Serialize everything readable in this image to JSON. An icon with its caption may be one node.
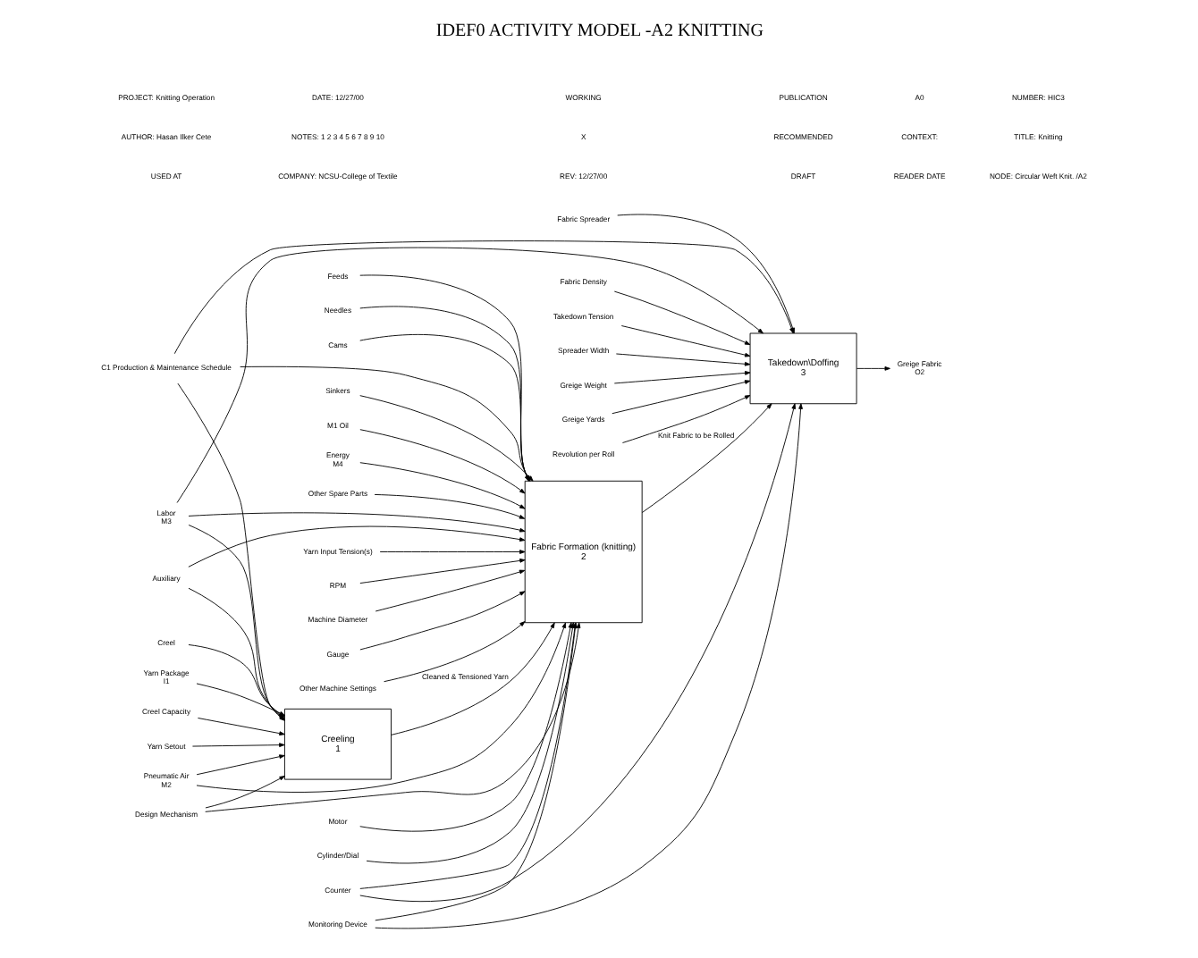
{
  "diagram": {
    "title": "IDEF0 ACTIVITY MODEL -A2 KNITTING",
    "nodes": [
      {
        "text": [
          "Creeling",
          "1"
        ]
      },
      {
        "text": [
          "Fabric Formation (knitting)",
          "2"
        ]
      },
      {
        "text": [
          "Takedown\\Doffing",
          "3"
        ]
      },
      {
        "text": [
          "Yarn Package",
          "I1"
        ]
      },
      {
        "text": [
          "C1 Production & Maintenance Schedule"
        ]
      },
      {
        "text": [
          "Creel Capacity"
        ]
      },
      {
        "text": [
          "Yarn Setout"
        ]
      },
      {
        "text": [
          "Design Mechanism"
        ]
      },
      {
        "text": [
          "Yarn Input Tension(s)"
        ]
      },
      {
        "text": [
          "RPM"
        ]
      },
      {
        "text": [
          "Machine Diameter"
        ]
      },
      {
        "text": [
          "Gauge"
        ]
      },
      {
        "text": [
          "Other Machine Settings"
        ]
      },
      {
        "text": [
          "Fabric Density"
        ]
      },
      {
        "text": [
          "Takedown Tension"
        ]
      },
      {
        "text": [
          "Spreader Width"
        ]
      },
      {
        "text": [
          "Greige Weight"
        ]
      },
      {
        "text": [
          "Greige Yards"
        ]
      },
      {
        "text": [
          "Revolution per Roll"
        ]
      },
      {
        "text": [
          "Greige Fabric",
          "O2"
        ]
      },
      {
        "text": [
          "Creel"
        ]
      },
      {
        "text": [
          "Labor",
          "M3"
        ]
      },
      {
        "text": [
          "Auxiliary"
        ]
      },
      {
        "text": [
          "Pneumatic Air",
          "M2"
        ]
      },
      {
        "text": [
          "Motor"
        ]
      },
      {
        "text": [
          "Cylinder/Dial"
        ]
      },
      {
        "text": [
          "Feeds"
        ]
      },
      {
        "text": [
          "Needles"
        ]
      },
      {
        "text": [
          "Cams"
        ]
      },
      {
        "text": [
          "Sinkers"
        ]
      },
      {
        "text": [
          "M1 Oil"
        ]
      },
      {
        "text": [
          "Energy",
          "M4"
        ]
      },
      {
        "text": [
          "Other Spare Parts"
        ]
      },
      {
        "text": [
          "Counter"
        ]
      },
      {
        "text": [
          "Monitoring Device"
        ]
      },
      {
        "text": [
          "Fabric Spreader"
        ]
      }
    ],
    "edges": [
      {
        "from": 3,
        "to": 0,
        "arrow": "to"
      },
      {
        "from": 4,
        "to": 0,
        "arrow": "to"
      },
      {
        "from": 4,
        "to": 1,
        "arrow": "to"
      },
      {
        "from": 4,
        "to": 2,
        "arrow": "to"
      },
      {
        "from": 5,
        "to": 0,
        "arrow": "to"
      },
      {
        "from": 6,
        "to": 0,
        "arrow": "to"
      },
      {
        "from": 7,
        "to": 0,
        "arrow": "to"
      },
      {
        "from": 7,
        "to": 1,
        "arrow": "to"
      },
      {
        "from": 0,
        "to": 1,
        "arrow": "to",
        "label": "Cleaned & Tensioned Yarn"
      },
      {
        "from": 8,
        "to": 1,
        "arrow": "to"
      },
      {
        "from": 9,
        "to": 1,
        "arrow": "to"
      },
      {
        "from": 10,
        "to": 1,
        "arrow": "to"
      },
      {
        "from": 11,
        "to": 1,
        "arrow": "to"
      },
      {
        "from": 12,
        "to": 1,
        "arrow": "to"
      },
      {
        "from": 1,
        "to": 2,
        "arrow": "to",
        "label": "Knit Fabric to be Rolled"
      },
      {
        "from": 13,
        "to": 2,
        "arrow": "to"
      },
      {
        "from": 14,
        "to": 2,
        "arrow": "to"
      },
      {
        "from": 15,
        "to": 2,
        "arrow": "to"
      },
      {
        "from": 16,
        "to": 2,
        "arrow": "to"
      },
      {
        "from": 17,
        "to": 2,
        "arrow": "to"
      },
      {
        "from": 18,
        "to": 2,
        "arrow": "to"
      },
      {
        "from": 2,
        "to": 19,
        "arrow": "to"
      },
      {
        "from": 20,
        "to": 0,
        "arrow": "to"
      },
      {
        "from": 21,
        "to": 0,
        "arrow": "to"
      },
      {
        "from": 21,
        "to": 1,
        "arrow": "to"
      },
      {
        "from": 21,
        "to": 2,
        "arrow": "to"
      },
      {
        "from": 22,
        "to": 0,
        "arrow": "to"
      },
      {
        "from": 22,
        "to": 1,
        "arrow": "to"
      },
      {
        "from": 23,
        "to": 0,
        "arrow": "to"
      },
      {
        "from": 23,
        "to": 1,
        "arrow": "to"
      },
      {
        "from": 24,
        "to": 1,
        "arrow": "to"
      },
      {
        "from": 25,
        "to": 1,
        "arrow": "to"
      },
      {
        "from": 26,
        "to": 1,
        "arrow": "to"
      },
      {
        "from": 27,
        "to": 1,
        "arrow": "to"
      },
      {
        "from": 28,
        "to": 1,
        "arrow": "to"
      },
      {
        "from": 29,
        "to": 1,
        "arrow": "to"
      },
      {
        "from": 30,
        "to": 1,
        "arrow": "to"
      },
      {
        "from": 31,
        "to": 1,
        "arrow": "to"
      },
      {
        "from": 32,
        "to": 1,
        "arrow": "to"
      },
      {
        "from": 33,
        "to": 1,
        "arrow": "to"
      },
      {
        "from": 33,
        "to": 2,
        "arrow": "to"
      },
      {
        "from": 34,
        "to": 1,
        "arrow": "to"
      },
      {
        "from": 34,
        "to": 2,
        "arrow": "to"
      },
      {
        "from": 35,
        "to": 2,
        "arrow": "to"
      }
    ],
    "labels": [
      "USED AT",
      "AUTHOR: Hasan Ilker Cete",
      "PROJECT: Knitting Operation",
      "COMPANY: NCSU-College of Textile",
      "NOTES: 1 2 3 4 5 6 7 8 9 10",
      "DATE: 12/27/00",
      "REV: 12/27/00",
      "X",
      "WORKING",
      "DRAFT",
      "RECOMMENDED",
      "PUBLICATION",
      "READER DATE",
      "CONTEXT:",
      "A0",
      "NODE: Circular Weft Knit. /A2",
      "TITLE: Knitting",
      "NUMBER: HIC3"
    ]
  }
}
